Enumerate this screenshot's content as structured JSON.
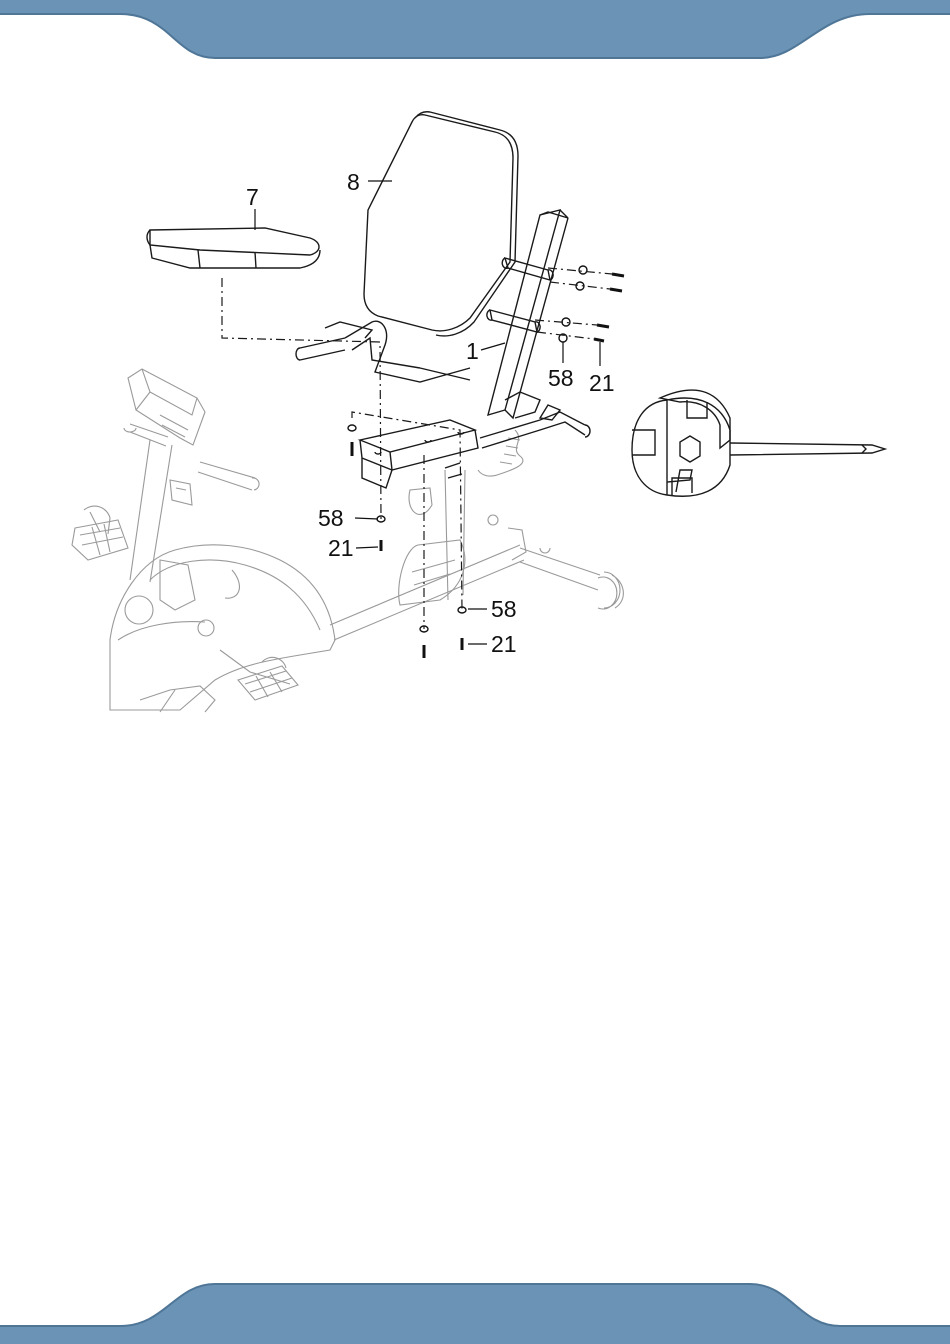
{
  "page": {
    "header_color": "#6a93b5",
    "footer_color": "#6a93b5"
  },
  "diagram": {
    "callouts": {
      "seat": "7",
      "backrest": "8",
      "frame": "1",
      "washer_upper": "58",
      "bolt_upper": "21",
      "washer_left": "58",
      "bolt_left": "21",
      "washer_right": "58",
      "bolt_right": "21"
    },
    "tool_icon": "combination-wrench-screwdriver-icon"
  }
}
